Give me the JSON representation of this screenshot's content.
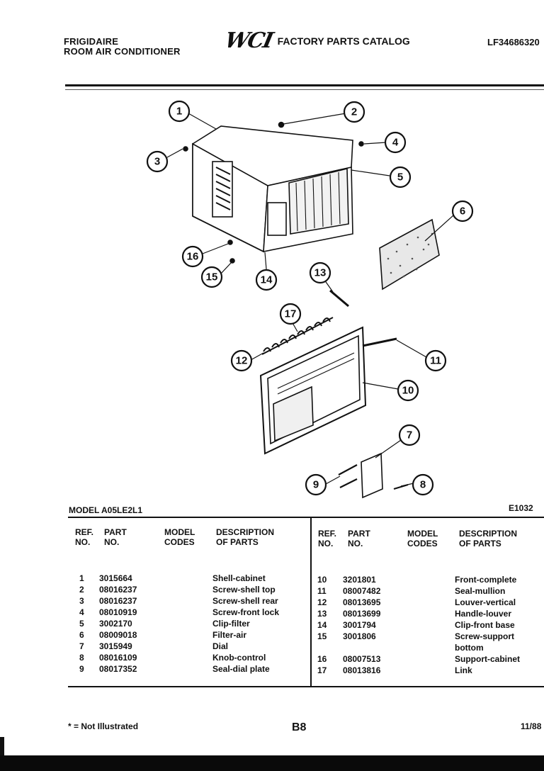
{
  "header": {
    "brand": "FRIGIDAIRE",
    "product_line": "ROOM AIR CONDITIONER",
    "logo_text": "WCI",
    "catalog_title": "FACTORY PARTS CATALOG",
    "catalog_number": "LF34686320"
  },
  "model_label": "MODEL A05LE2L1",
  "diagram_code": "E1032",
  "callouts": [
    "1",
    "2",
    "3",
    "4",
    "5",
    "6",
    "7",
    "8",
    "9",
    "10",
    "11",
    "12",
    "13",
    "14",
    "15",
    "16",
    "17"
  ],
  "table": {
    "headers": {
      "ref": "REF.",
      "ref2": "NO.",
      "part": "PART",
      "part2": "NO.",
      "model": "MODEL",
      "model2": "CODES",
      "desc": "DESCRIPTION",
      "desc2": "OF PARTS"
    },
    "left_rows": [
      {
        "ref": "1",
        "part": "3015664",
        "desc": "Shell-cabinet"
      },
      {
        "ref": "2",
        "part": "08016237",
        "desc": "Screw-shell top"
      },
      {
        "ref": "3",
        "part": "08016237",
        "desc": "Screw-shell rear"
      },
      {
        "ref": "4",
        "part": "08010919",
        "desc": "Screw-front lock"
      },
      {
        "ref": "5",
        "part": "3002170",
        "desc": "Clip-filter"
      },
      {
        "ref": "6",
        "part": "08009018",
        "desc": "Filter-air"
      },
      {
        "ref": "7",
        "part": "3015949",
        "desc": "Dial"
      },
      {
        "ref": "8",
        "part": "08016109",
        "desc": "Knob-control"
      },
      {
        "ref": "9",
        "part": "08017352",
        "desc": "Seal-dial plate"
      }
    ],
    "right_rows": [
      {
        "ref": "10",
        "part": "3201801",
        "desc": "Front-complete"
      },
      {
        "ref": "11",
        "part": "08007482",
        "desc": "Seal-mullion"
      },
      {
        "ref": "12",
        "part": "08013695",
        "desc": "Louver-vertical"
      },
      {
        "ref": "13",
        "part": "08013699",
        "desc": "Handle-louver"
      },
      {
        "ref": "14",
        "part": "3001794",
        "desc": "Clip-front base"
      },
      {
        "ref": "15",
        "part": "3001806",
        "desc": "Screw-support"
      },
      {
        "ref": "",
        "part": "",
        "desc": "bottom"
      },
      {
        "ref": "16",
        "part": "08007513",
        "desc": "Support-cabinet"
      },
      {
        "ref": "17",
        "part": "08013816",
        "desc": "Link"
      }
    ]
  },
  "footer": {
    "note": "* = Not Illustrated",
    "page": "B8",
    "date": "11/88"
  }
}
